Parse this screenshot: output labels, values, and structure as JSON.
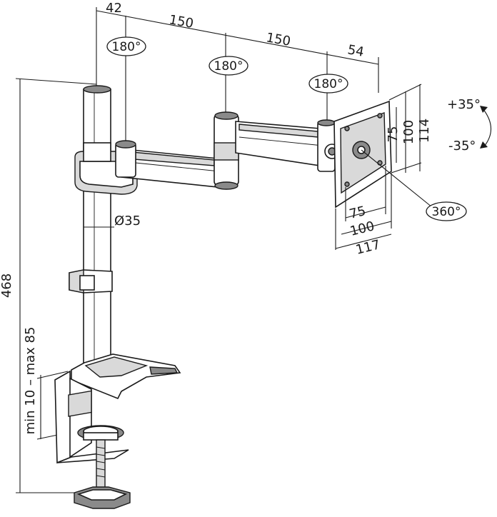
{
  "dimensions": {
    "top_42": "42",
    "top_150_a": "150",
    "top_150_b": "150",
    "top_54": "54",
    "plate_75_h": "75",
    "plate_100_h": "100",
    "plate_114_h": "114",
    "plate_75_w": "75",
    "plate_100_w": "100",
    "plate_117_w": "117",
    "pole_diameter": "Ø35",
    "total_height": "468",
    "clamp_range": "min 10 – max 85"
  },
  "rotations": {
    "joint_pole": "180°",
    "joint_elbow": "180°",
    "joint_head": "180°",
    "plate_spin": "360°",
    "tilt_up": "+35°",
    "tilt_down": "-35°"
  }
}
